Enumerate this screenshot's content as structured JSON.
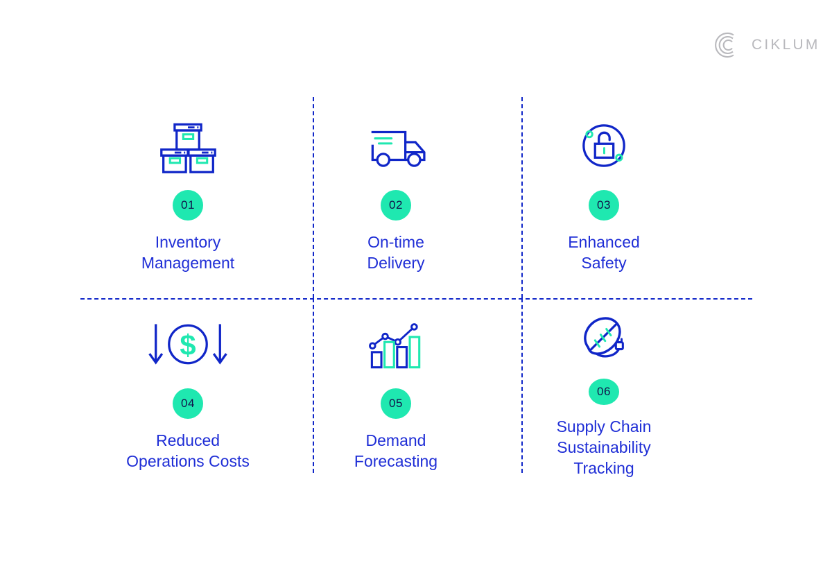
{
  "brand": {
    "name": "CIKLUM",
    "mark_icon": "ciklum-c-logo-icon",
    "mark_color": "#b9b9bd",
    "word_color": "#b9b9bd"
  },
  "theme": {
    "blue": "#1026c8",
    "text_blue": "#1f2ed6",
    "green": "#1fe8b0",
    "badge_text": "#11124a",
    "background": "#ffffff"
  },
  "grid": {
    "columns": 3,
    "rows": 2,
    "cells": [
      {
        "number": "01",
        "label": "Inventory\nManagement",
        "icon": "stacked-boxes-icon"
      },
      {
        "number": "02",
        "label": "On-time\nDelivery",
        "icon": "delivery-truck-icon"
      },
      {
        "number": "03",
        "label": "Enhanced\nSafety",
        "icon": "padlock-circle-icon"
      },
      {
        "number": "04",
        "label": "Reduced\nOperations Costs",
        "icon": "dollar-down-arrows-icon"
      },
      {
        "number": "05",
        "label": "Demand\nForecasting",
        "icon": "bar-chart-trend-icon"
      },
      {
        "number": "06",
        "label": "Supply Chain\nSustainability\nTracking",
        "icon": "leaf-plug-icon"
      }
    ]
  }
}
